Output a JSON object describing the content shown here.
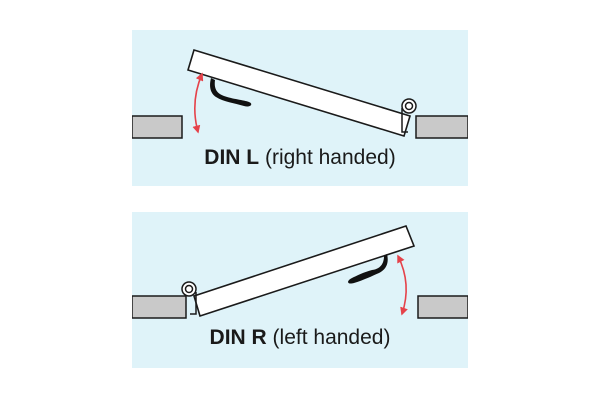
{
  "colors": {
    "background": "#ffffff",
    "panel": "#dff3f9",
    "door": "#ffffff",
    "wall": "#c9c9c9",
    "outline": "#1a1a1a",
    "arrow": "#e5424a",
    "handle": "#111111"
  },
  "diagrams": [
    {
      "id": "din-l",
      "label_bold": "DIN L",
      "label_rest": "(right handed)",
      "icons": [
        "door-leaf-icon",
        "hinge-icon",
        "handle-icon",
        "wall-icon",
        "opening-arrow-icon"
      ]
    },
    {
      "id": "din-r",
      "label_bold": "DIN R",
      "label_rest": "(left handed)",
      "icons": [
        "door-leaf-icon",
        "hinge-icon",
        "handle-icon",
        "wall-icon",
        "opening-arrow-icon"
      ]
    }
  ]
}
